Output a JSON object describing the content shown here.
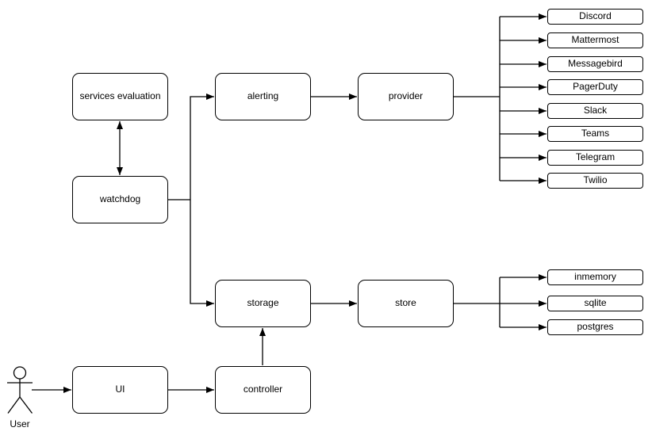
{
  "colors": {
    "stroke": "#000000",
    "node_fill": "#ffffff",
    "background": "#ffffff"
  },
  "nodes": {
    "services_evaluation": {
      "label": "services evaluation"
    },
    "watchdog": {
      "label": "watchdog"
    },
    "alerting": {
      "label": "alerting"
    },
    "provider": {
      "label": "provider"
    },
    "storage": {
      "label": "storage"
    },
    "store": {
      "label": "store"
    },
    "ui": {
      "label": "UI"
    },
    "controller": {
      "label": "controller"
    }
  },
  "providers": [
    "Discord",
    "Mattermost",
    "Messagebird",
    "PagerDuty",
    "Slack",
    "Teams",
    "Telegram",
    "Twilio"
  ],
  "stores": [
    "inmemory",
    "sqlite",
    "postgres"
  ],
  "actor": {
    "label": "User"
  }
}
